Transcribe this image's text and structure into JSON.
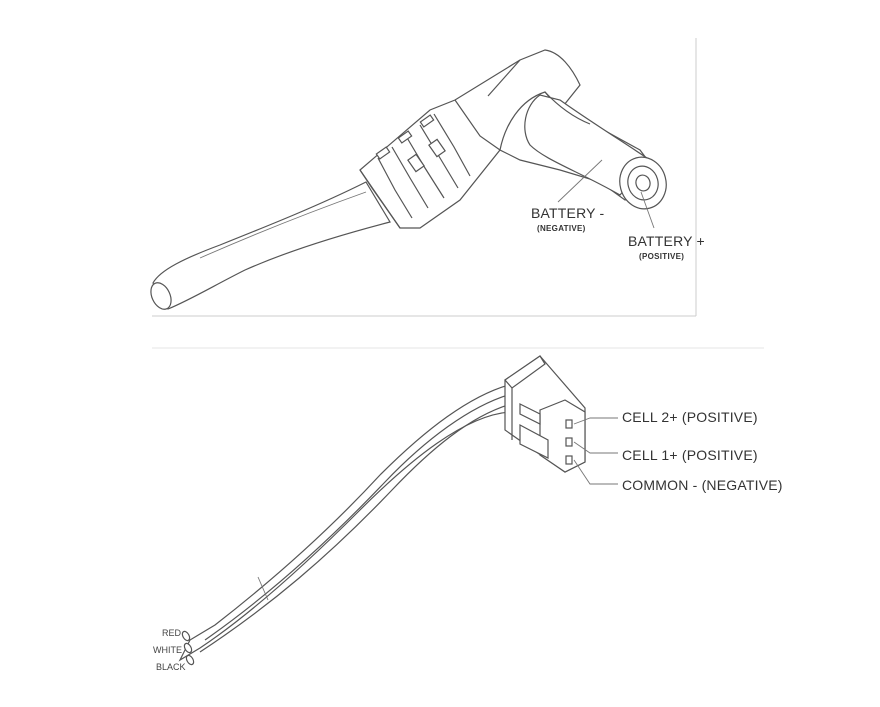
{
  "dc_plug": {
    "battery_negative_label": "BATTERY -",
    "battery_negative_sub": "(NEGATIVE)",
    "battery_positive_label": "BATTERY +",
    "battery_positive_sub": "(POSITIVE)"
  },
  "balance_connector": {
    "cell2_label": "CELL 2+ (POSITIVE)",
    "cell1_label": "CELL 1+ (POSITIVE)",
    "common_label": "COMMON - (NEGATIVE)",
    "wire_red": "RED",
    "wire_white": "WHITE",
    "wire_black": "BLACK"
  }
}
